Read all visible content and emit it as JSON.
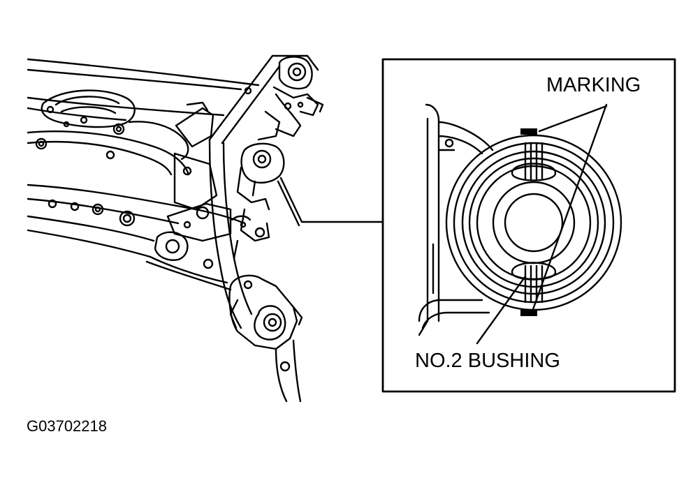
{
  "labels": {
    "marking": "MARKING",
    "bushing": "NO.2 BUSHING",
    "figure_id": "G03702218"
  },
  "colors": {
    "ink": "#000000",
    "paper": "#ffffff"
  }
}
